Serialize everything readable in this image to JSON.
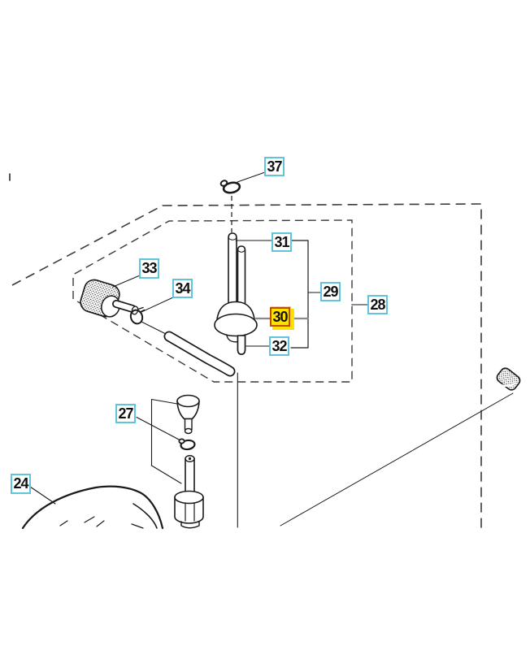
{
  "figure": {
    "kind": "exploded-parts-diagram",
    "background": "#ffffff"
  },
  "colors": {
    "callout_border": "#62c4da",
    "callout_text": "#111111",
    "highlight_fill": "#ffe100",
    "highlight_border": "#c14a0e",
    "line": "#1a1a1a",
    "dashed_boundary": "#3a3a3a",
    "gray_leader": "#8a8a8a"
  },
  "callouts": {
    "37": {
      "label": "37",
      "highlighted": false
    },
    "31": {
      "label": "31",
      "highlighted": false
    },
    "29": {
      "label": "29",
      "highlighted": false
    },
    "28": {
      "label": "28",
      "highlighted": false
    },
    "30": {
      "label": "30",
      "highlighted": true
    },
    "32": {
      "label": "32",
      "highlighted": false
    },
    "33": {
      "label": "33",
      "highlighted": false
    },
    "34": {
      "label": "34",
      "highlighted": false
    },
    "27": {
      "label": "27",
      "highlighted": false
    },
    "24": {
      "label": "24",
      "highlighted": false
    }
  }
}
